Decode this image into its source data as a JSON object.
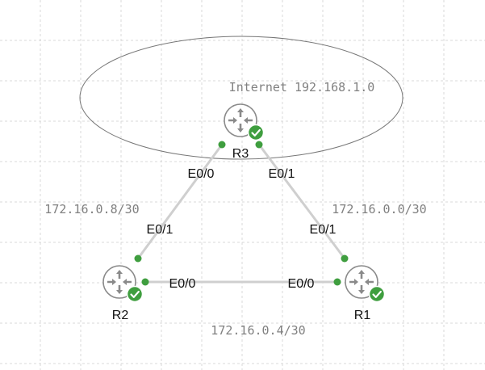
{
  "cloud": {
    "label": "Internet 192.168.1.0"
  },
  "routers": {
    "r1": {
      "name": "R1",
      "status": "running"
    },
    "r2": {
      "name": "R2",
      "status": "running"
    },
    "r3": {
      "name": "R3",
      "status": "running"
    }
  },
  "links": {
    "r3_r2": {
      "subnet": "172.16.0.8/30",
      "a_port": "E0/0",
      "b_port": "E0/1"
    },
    "r3_r1": {
      "subnet": "172.16.0.0/30",
      "a_port": "E0/1",
      "b_port": "E0/1"
    },
    "r2_r1": {
      "subnet": "172.16.0.4/30",
      "a_port": "E0/0",
      "b_port": "E0/0"
    }
  },
  "colors": {
    "status_ok": "#3f9e3f",
    "link": "#cfcfcf",
    "router_outline": "#8a8a8a",
    "grid": "#d9d9d9",
    "subnet_text": "#808080"
  },
  "icons": {
    "router": "router-arrows-icon",
    "status": "checkmark-circle-icon"
  }
}
